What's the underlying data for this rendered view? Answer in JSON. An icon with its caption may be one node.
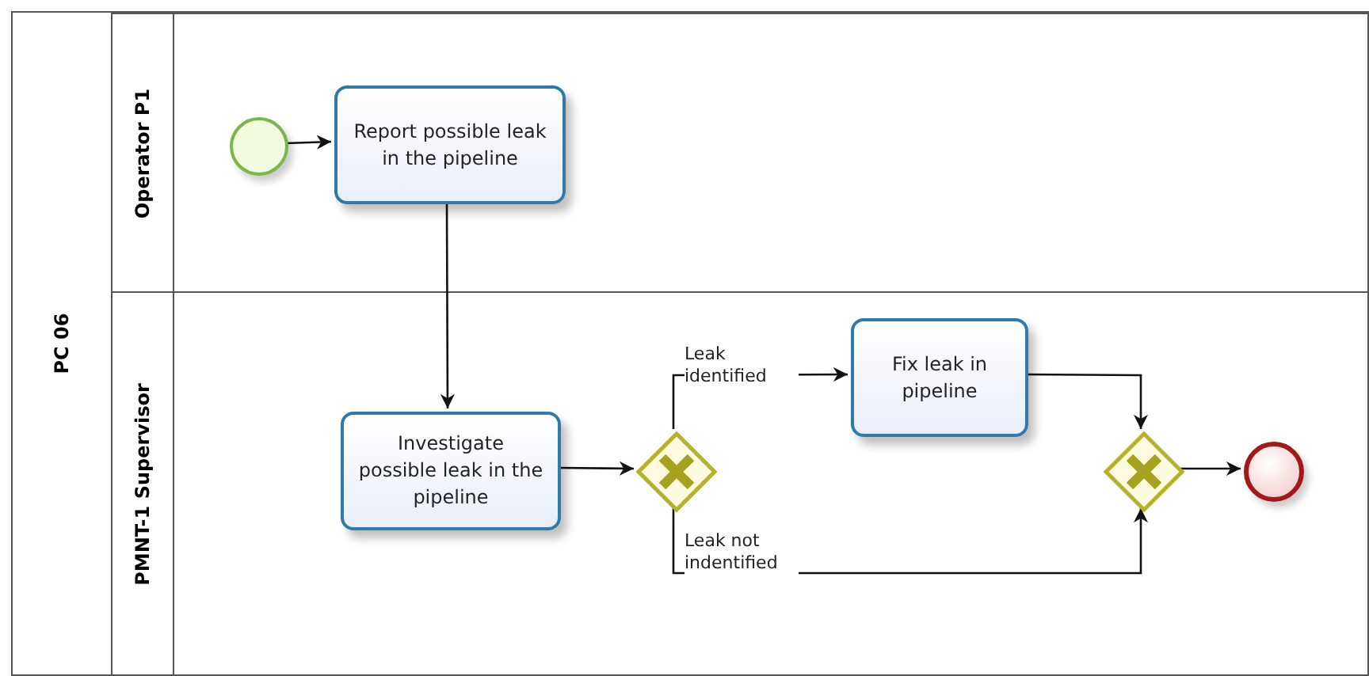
{
  "diagram": {
    "nodes": [
      {
        "text": [
          "PC 06"
        ]
      },
      {
        "text": [
          "Operator P1"
        ],
        "in": 0
      },
      {
        "text": [
          "PMNT-1 Supervisor"
        ],
        "in": 0
      },
      {
        "text": [],
        "shape": "circle",
        "in": 1
      },
      {
        "text": [
          "Report possible leak in the pipeline"
        ],
        "in": 1
      },
      {
        "text": [
          "Investigate possible leak in the pipeline"
        ],
        "in": 2
      },
      {
        "text": [],
        "shape": "diamond",
        "in": 2
      },
      {
        "text": [
          "Fix leak in pipeline"
        ],
        "in": 2
      },
      {
        "text": [],
        "shape": "diamond",
        "in": 2
      },
      {
        "text": [],
        "shape": "circle",
        "in": 2
      }
    ],
    "edges": [
      {
        "from": 3,
        "to": 4,
        "arrow": "to"
      },
      {
        "from": 4,
        "to": 5,
        "arrow": "to"
      },
      {
        "from": 5,
        "to": 6,
        "arrow": "to"
      },
      {
        "from": 6,
        "to": 7,
        "arrow": "to",
        "label": "Leak identified"
      },
      {
        "from": 6,
        "to": 8,
        "arrow": "to",
        "label": "Leak not indentified"
      },
      {
        "from": 7,
        "to": 8,
        "arrow": "to"
      },
      {
        "from": 8,
        "to": 9,
        "arrow": "to"
      }
    ]
  }
}
